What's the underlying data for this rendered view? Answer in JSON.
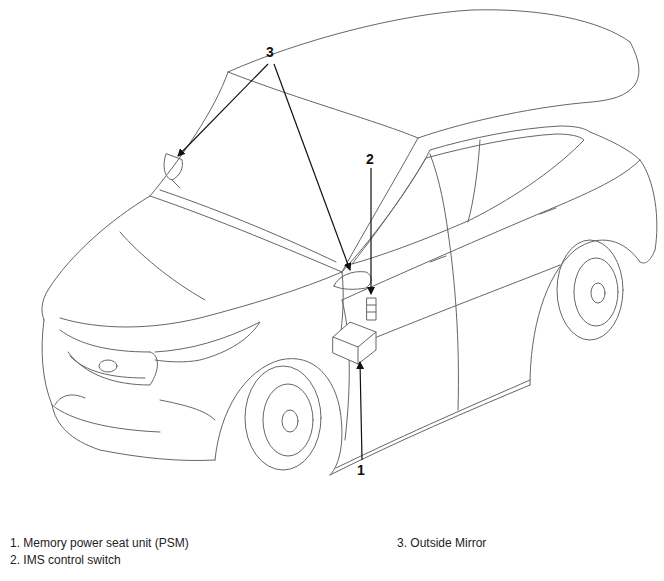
{
  "diagram": {
    "labels": [
      "3",
      "2",
      "1",
      "1. Memory power seat unit (PSM)",
      "2. IMS control switch",
      "3. Outside Mirror"
    ]
  }
}
